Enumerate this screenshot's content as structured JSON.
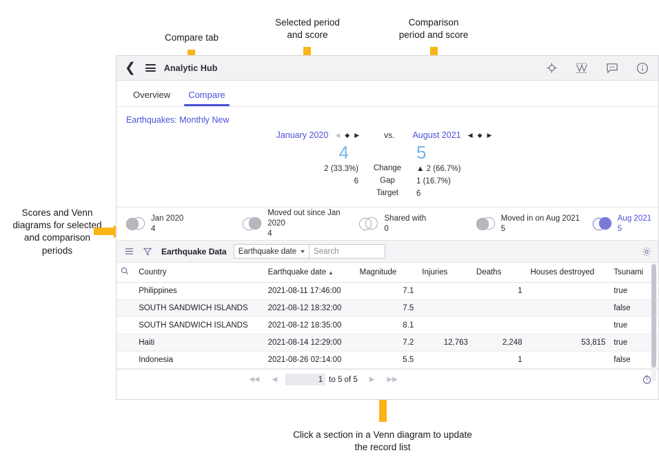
{
  "annotations": {
    "compare_tab": "Compare tab",
    "selected_period": "Selected period\nand score",
    "comparison_period": "Comparison\nperiod and score",
    "venn_left": "Scores and Venn\ndiagrams for selected\nand comparison\nperiods",
    "bottom": "Click a section in a Venn diagram to update\nthe record list"
  },
  "appbar": {
    "title": "Analytic Hub",
    "back_icon": "chevron-left-icon",
    "menu_icon": "hamburger-menu-icon",
    "icons": [
      "target-icon",
      "analytics-chart-icon",
      "comment-icon",
      "info-icon"
    ]
  },
  "tabs": [
    {
      "label": "Overview",
      "active": false
    },
    {
      "label": "Compare",
      "active": true
    }
  ],
  "dataset_link": "Earthquakes: Monthly New",
  "compare": {
    "left_period": "January 2020",
    "vs": "vs.",
    "right_period": "August 2021",
    "left_score": "4",
    "right_score": "5",
    "metric_labels": [
      "Change",
      "Gap",
      "Target"
    ],
    "left_values": [
      "",
      "2 (33.3%)",
      "6"
    ],
    "right_values": [
      "▲ 2 (66.7%)",
      "1 (16.7%)",
      "6"
    ],
    "nav_prev_icon": "triangle-left-icon",
    "nav_dot_icon": "dot-icon",
    "nav_next_icon": "triangle-right-icon"
  },
  "venn": [
    {
      "label": "Jan 2020",
      "value": "4",
      "fill": "left",
      "color": "#b7b7bf",
      "active": false
    },
    {
      "label": "Moved out since Jan\n2020",
      "value": "4",
      "fill": "right",
      "color": "#b7b7bf",
      "active": false
    },
    {
      "label": "Shared with",
      "value": "0",
      "fill": "none",
      "color": "#b7b7bf",
      "active": false
    },
    {
      "label": "Moved in on Aug 2021",
      "value": "5",
      "fill": "left",
      "color": "#b7b7bf",
      "active": false
    },
    {
      "label": "Aug 2021",
      "value": "5",
      "fill": "right",
      "color": "#7b7bd6",
      "active": true
    }
  ],
  "table": {
    "menu_icon": "list-menu-icon",
    "filter_icon": "filter-funnel-icon",
    "title": "Earthquake Data",
    "field_select": "Earthquake date",
    "search_placeholder": "Search",
    "gear_icon": "gear-icon",
    "search_col_icon": "search-icon",
    "columns": [
      "Country",
      "Earthquake date",
      "Magnitude",
      "Injuries",
      "Deaths",
      "Houses destroyed",
      "Tsunami"
    ],
    "sorted_column": "Earthquake date",
    "sort_dir": "asc",
    "rows": [
      {
        "country": "Philippines",
        "date": "2021-08-11 17:46:00",
        "magnitude": "7.1",
        "injuries": "",
        "deaths": "1",
        "houses": "",
        "tsunami": "true"
      },
      {
        "country": "SOUTH SANDWICH ISLANDS",
        "date": "2021-08-12 18:32:00",
        "magnitude": "7.5",
        "injuries": "",
        "deaths": "",
        "houses": "",
        "tsunami": "false"
      },
      {
        "country": "SOUTH SANDWICH ISLANDS",
        "date": "2021-08-12 18:35:00",
        "magnitude": "8.1",
        "injuries": "",
        "deaths": "",
        "houses": "",
        "tsunami": "true"
      },
      {
        "country": "Haiti",
        "date": "2021-08-14 12:29:00",
        "magnitude": "7.2",
        "injuries": "12,763",
        "deaths": "2,248",
        "houses": "53,815",
        "tsunami": "true"
      },
      {
        "country": "Indonesia",
        "date": "2021-08-26 02:14:00",
        "magnitude": "5.5",
        "injuries": "",
        "deaths": "1",
        "houses": "",
        "tsunami": "false"
      }
    ],
    "footer": {
      "first_icon": "first-page-icon",
      "prev_icon": "prev-page-icon",
      "page_value": "1",
      "range_text": "to 5 of 5",
      "next_icon": "next-page-icon",
      "last_icon": "last-page-icon",
      "refresh_icon": "refresh-timer-icon"
    }
  },
  "colors": {
    "accent": "#4f4fd9",
    "score": "#79b4e8",
    "annotation_arrow": "#fbb416",
    "venn_active": "#7b7bd6",
    "venn_inactive": "#b7b7bf"
  }
}
